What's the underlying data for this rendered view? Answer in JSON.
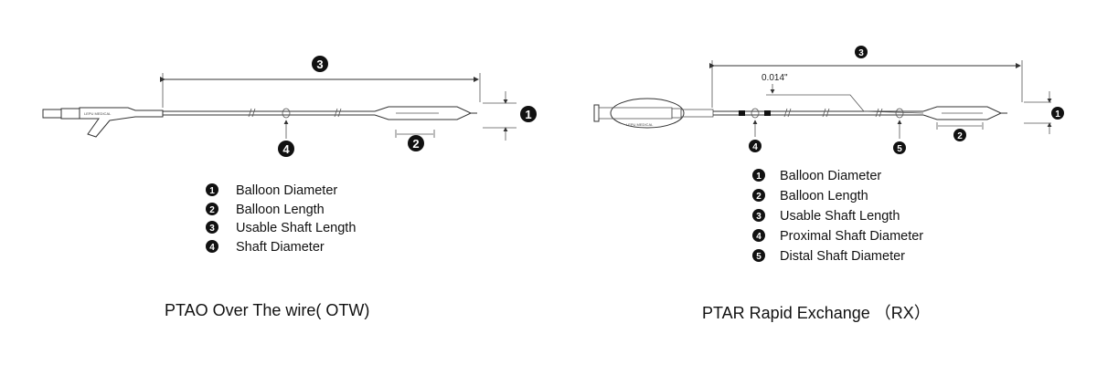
{
  "left": {
    "caption": "PTAO  Over The wire( OTW)",
    "brand": "LEPU MEDICAL",
    "markers": [
      "1",
      "2",
      "3",
      "4"
    ],
    "legend": [
      {
        "num": "1",
        "label": "Balloon Diameter"
      },
      {
        "num": "2",
        "label": "Balloon Length"
      },
      {
        "num": "3",
        "label": "Usable Shaft Length"
      },
      {
        "num": "4",
        "label": "Shaft Diameter"
      }
    ]
  },
  "right": {
    "caption": "PTAR  Rapid Exchange  （RX）",
    "brand": "LEPU MEDICAL",
    "wire_label": "0.014\"",
    "markers": [
      "1",
      "2",
      "3",
      "4",
      "5"
    ],
    "legend": [
      {
        "num": "1",
        "label": "Balloon Diameter"
      },
      {
        "num": "2",
        "label": "Balloon Length"
      },
      {
        "num": "3",
        "label": "Usable Shaft Length"
      },
      {
        "num": "4",
        "label": "Proximal Shaft Diameter"
      },
      {
        "num": "5",
        "label": "Distal Shaft Diameter"
      }
    ]
  }
}
